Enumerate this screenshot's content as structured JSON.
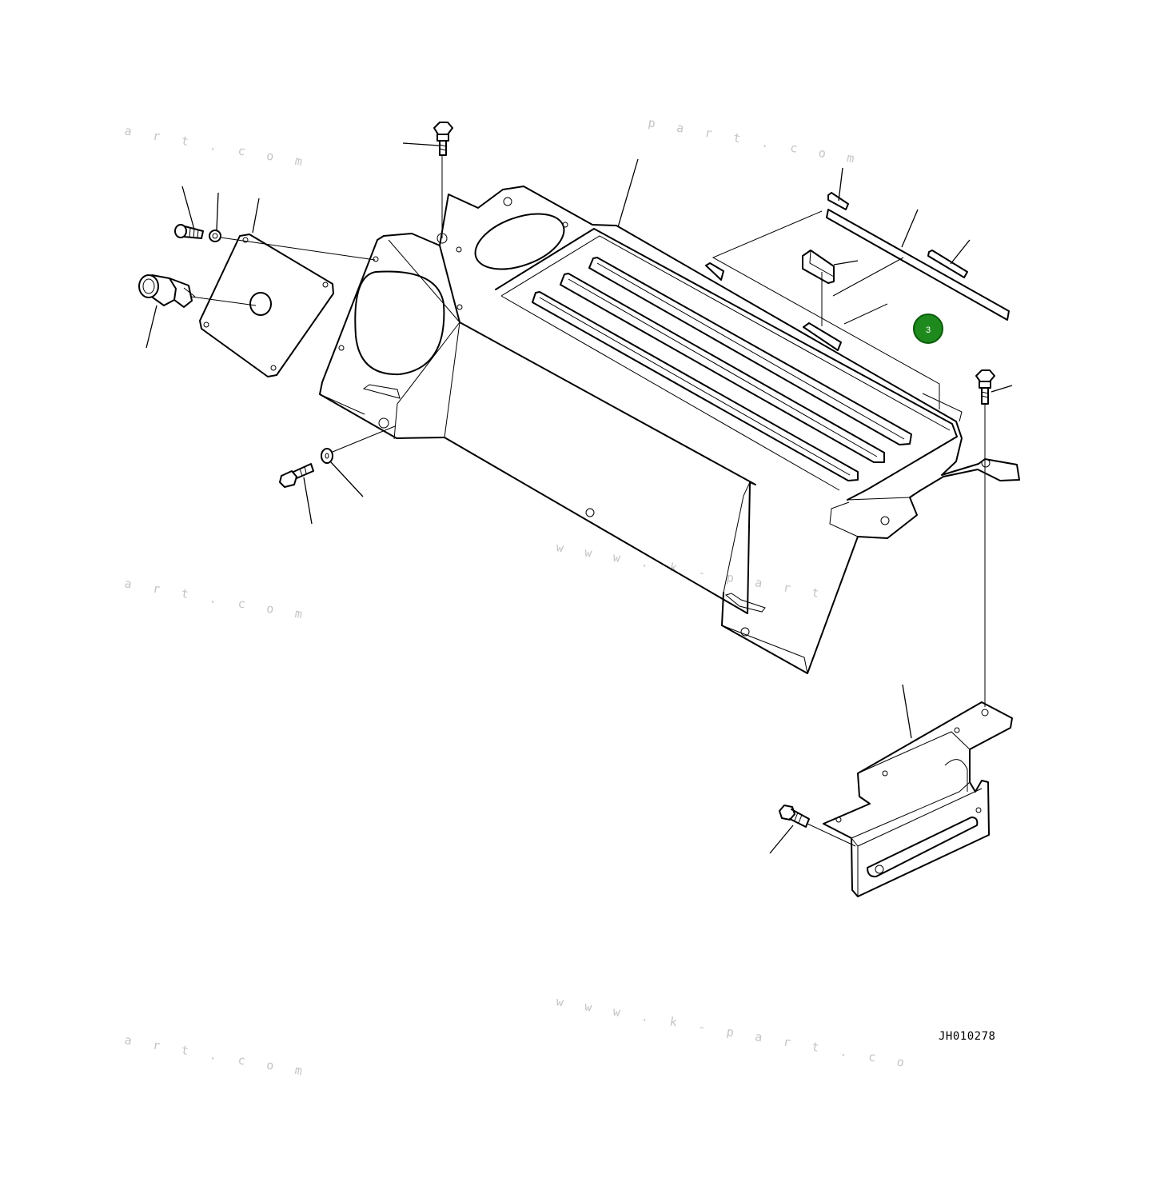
{
  "diagram": {
    "drawing_code": "JH010278",
    "watermarks": [
      "a r t . c o m",
      "p a r t . c o m",
      "a r t . c o m",
      "w w w . k - p a r t",
      "w w w . k - p a r t . c o",
      "a r t . c o m"
    ],
    "callout": {
      "label": "3",
      "color": "#1e8a1e"
    }
  }
}
